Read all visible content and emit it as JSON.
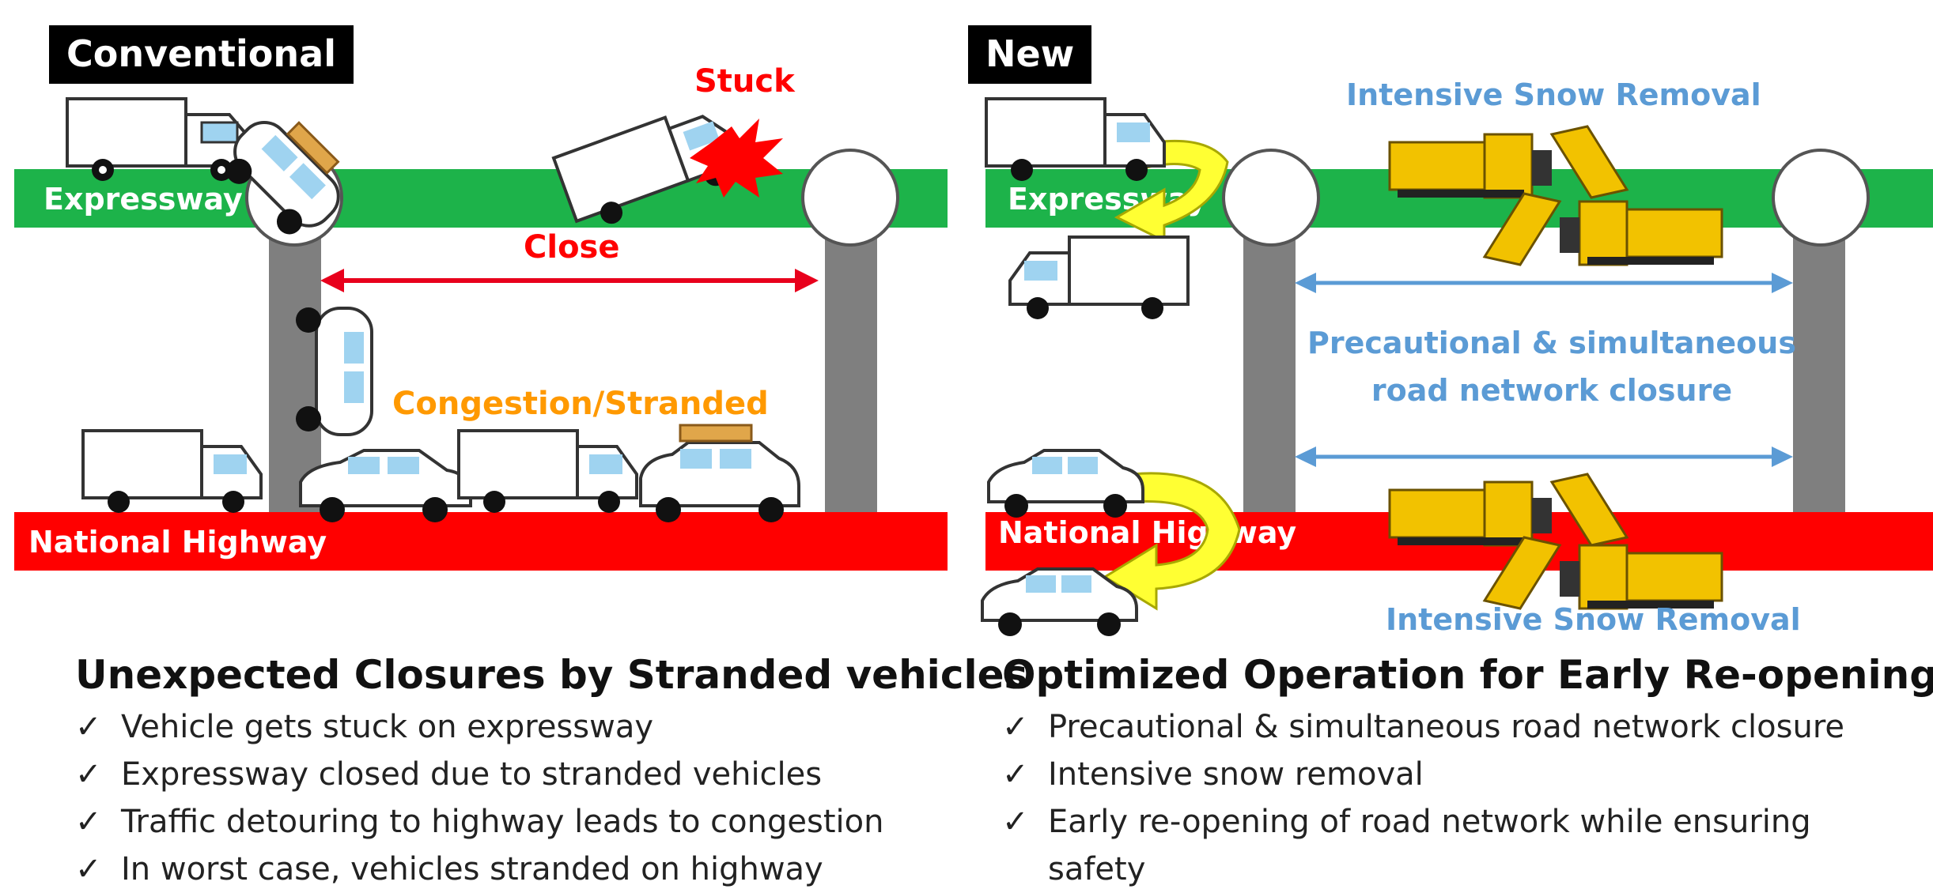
{
  "left": {
    "tag": "Conventional",
    "expressway_label": "Expressway",
    "highway_label": "National Highway",
    "stuck_label": "Stuck",
    "close_label": "Close",
    "congestion_label": "Congestion/Stranded",
    "heading": "Unexpected Closures by Stranded vehicles",
    "bullets": [
      "Vehicle gets stuck on expressway",
      "Expressway closed due to stranded vehicles",
      "Traffic detouring to highway leads to congestion",
      "In worst case, vehicles stranded on highway"
    ]
  },
  "right": {
    "tag": "New",
    "expressway_label": "Expressway",
    "highway_label": "National Highway",
    "snow_removal_top": "Intensive Snow Removal",
    "snow_removal_bottom": "Intensive Snow Removal",
    "closure_line1": "Precautional & simultaneous",
    "closure_line2": "road network closure",
    "heading": "Optimized Operation for Early Re-opening",
    "bullets": [
      "Precautional & simultaneous road network closure",
      "Intensive snow removal",
      "Early re-opening of road network while ensuring",
      "safety"
    ]
  },
  "colors": {
    "expressway": "#1db34a",
    "highway": "#ff0000",
    "pillar": "#7f7f7f",
    "close_arrow": "#e8001c",
    "congestion_text": "#ff9900",
    "snow_text": "#5b9bd5",
    "detour_arrow": "#ffff33",
    "plow": "#f2c200"
  }
}
